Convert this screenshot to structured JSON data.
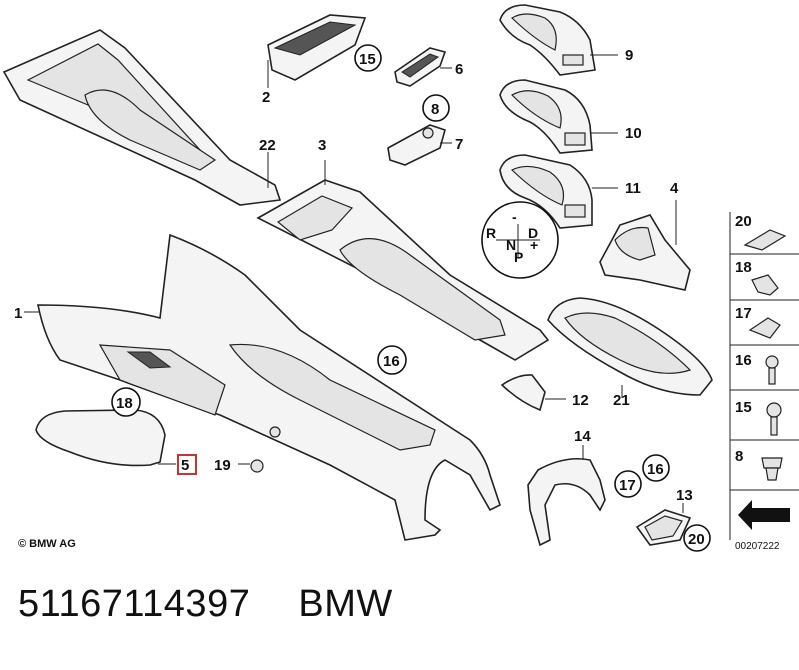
{
  "diagram": {
    "callouts": {
      "c1": "1",
      "c2": "2",
      "c3": "3",
      "c4": "4",
      "c5": "5",
      "c6": "6",
      "c7": "7",
      "c8": "8",
      "c9": "9",
      "c10": "10",
      "c11": "11",
      "c12": "12",
      "c13": "13",
      "c14": "14",
      "c15": "15",
      "c16a": "16",
      "c16b": "16",
      "c17": "17",
      "c18": "18",
      "c19": "19",
      "c20": "20",
      "c21": "21",
      "c22": "22"
    },
    "shift_gate": {
      "r": "R",
      "n": "N",
      "d": "D",
      "minus": "-",
      "plus": "+",
      "p": "P"
    },
    "legend": [
      {
        "num": "20"
      },
      {
        "num": "18"
      },
      {
        "num": "17"
      },
      {
        "num": "16"
      },
      {
        "num": "15"
      },
      {
        "num": "8"
      }
    ],
    "copyright": "© BMW AG",
    "doc_number": "00207222"
  },
  "footer": {
    "part_number": "51167114397",
    "brand": "BMW"
  }
}
